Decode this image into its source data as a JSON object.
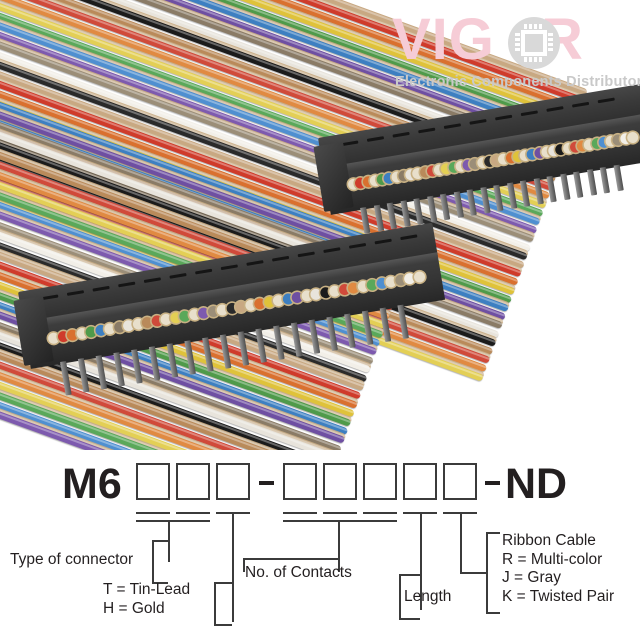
{
  "product_photo": {
    "alt": "Two black IDC ribbon cable connectors with multicolor twisted-pair ribbon cables",
    "connector_body_color": "#343434",
    "pin_color": "#8a8a8a",
    "contact_ring_color": "#c8b184",
    "wire_colors": [
      "#c8a882",
      "#cf3b2b",
      "#d9702f",
      "#dfc23a",
      "#4f9a4a",
      "#3d7fc1",
      "#6e4fa2",
      "#8a7b66",
      "#e8e4dc",
      "#1b1b1b",
      "#b98a5a",
      "#d04a3a",
      "#e08a42",
      "#e3cf55",
      "#5aa85a",
      "#4f8fd0",
      "#7d5aae",
      "#9b8e78",
      "#f2efe8",
      "#2a2a2a"
    ],
    "top_connector": {
      "contacts": 40,
      "pins": 20
    },
    "bottom_connector": {
      "contacts": 40,
      "pins": 20
    }
  },
  "watermark": {
    "brand_part1": "VIG",
    "brand_gap": "O",
    "brand_part2": "R",
    "tagline": "Electronic Components Distributor",
    "brand_color": "#f6ccd6",
    "tagline_color": "#c9c9c9",
    "chip_icon": "chip-icon",
    "chip_color": "#d9d9d9"
  },
  "part_number": {
    "prefix": "M6",
    "suffix": "ND",
    "separator": "–",
    "group1_boxes": [
      "",
      "",
      ""
    ],
    "group2_boxes": [
      "",
      "",
      "",
      "",
      ""
    ]
  },
  "callouts": {
    "type_of_connector": "Type of connector",
    "plating_line1": "T = Tin-Lead",
    "plating_line2": "H = Gold",
    "no_of_contacts": "No. of Contacts",
    "length": "Length",
    "cable_line1": "Ribbon Cable",
    "cable_line2": "R = Multi-color",
    "cable_line3": "J = Gray",
    "cable_line4": "K = Twisted Pair"
  }
}
